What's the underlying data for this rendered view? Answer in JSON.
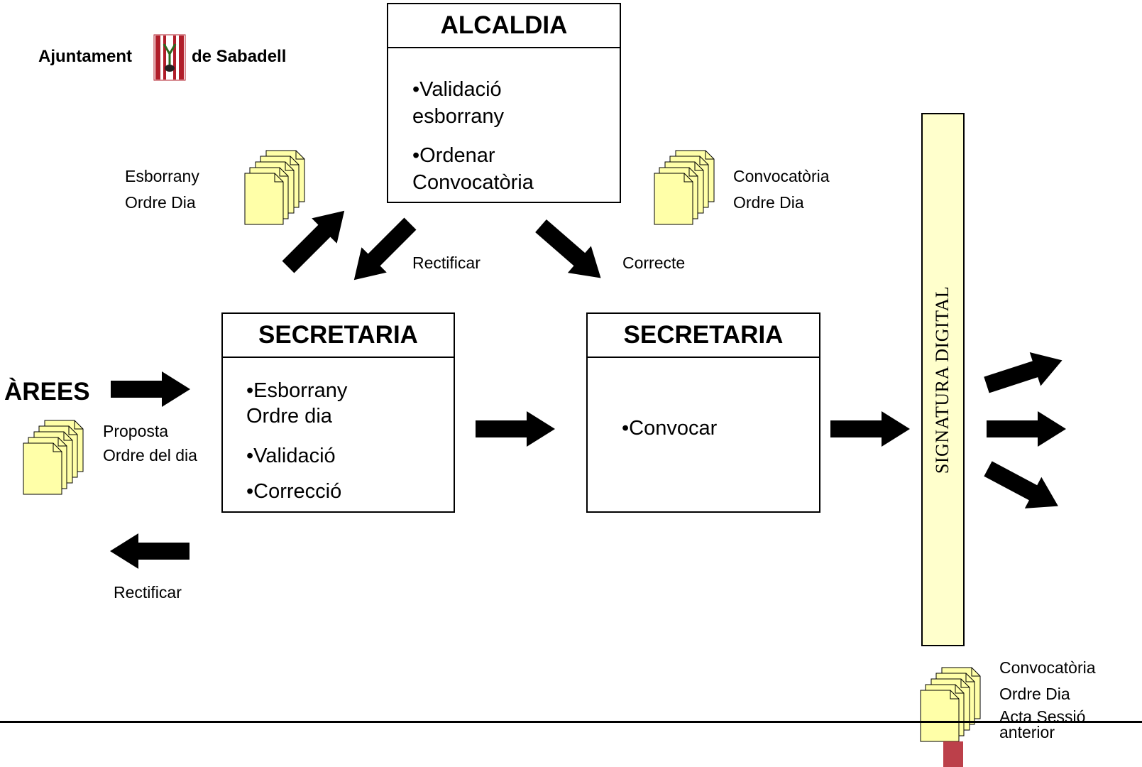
{
  "logo": {
    "left_text": "Ajuntament",
    "right_text": "de Sabadell",
    "accent": "#b01e2a"
  },
  "alcaldia": {
    "title": "ALCALDIA",
    "items": [
      "•Validació",
      "esborrany",
      "•Ordenar",
      "Convocatòria"
    ]
  },
  "secretaria_left": {
    "title": "SECRETARIA",
    "items": [
      "•Esborrany",
      "Ordre dia",
      "•Validació",
      "•Correcció"
    ]
  },
  "secretaria_right": {
    "title": "SECRETARIA",
    "items": [
      "•Convocar"
    ]
  },
  "areas": {
    "title": "ÀREES"
  },
  "signature": {
    "label": "SIGNATURA DIGITAL",
    "fill": "#ffffcc"
  },
  "labels": {
    "draft": [
      "Esborrany",
      "Ordre Dia"
    ],
    "convocation": [
      "Convocatòria",
      "Ordre Dia"
    ],
    "proposal": [
      "Proposta",
      "Ordre del dia"
    ],
    "rectify_top": "Rectificar",
    "correct": "Correcte",
    "rectify_bottom": "Rectificar",
    "final_docs": [
      "Convocatòria",
      "Ordre Dia",
      "Acta Sessió",
      "anterior"
    ]
  },
  "colors": {
    "document_fill": "#ffffa8",
    "arrow": "#000000"
  }
}
